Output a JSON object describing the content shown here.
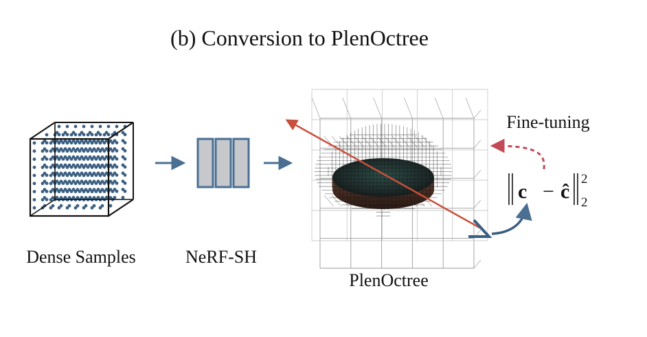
{
  "title": "(b) Conversion to PlenOctree",
  "labels": {
    "dense_samples": "Dense Samples",
    "nerf_sh": "NeRF-SH",
    "plenoctree": "PlenOctree",
    "fine_tuning": "Fine-tuning"
  },
  "loss": {
    "c": "c",
    "minus": "−",
    "c_hat": "ĉ",
    "superscript": "2",
    "subscript": "2"
  },
  "colors": {
    "dot_blue": "#3b5f82",
    "arrow_blue": "#4a6f92",
    "ray_red": "#c8503a",
    "fine_tune_red": "#c24a55",
    "bar_fill": "#c6c8cc",
    "bar_stroke": "#4a6f92"
  },
  "icons": {
    "camera": "camera-icon",
    "arrow": "arrow-right-icon"
  }
}
